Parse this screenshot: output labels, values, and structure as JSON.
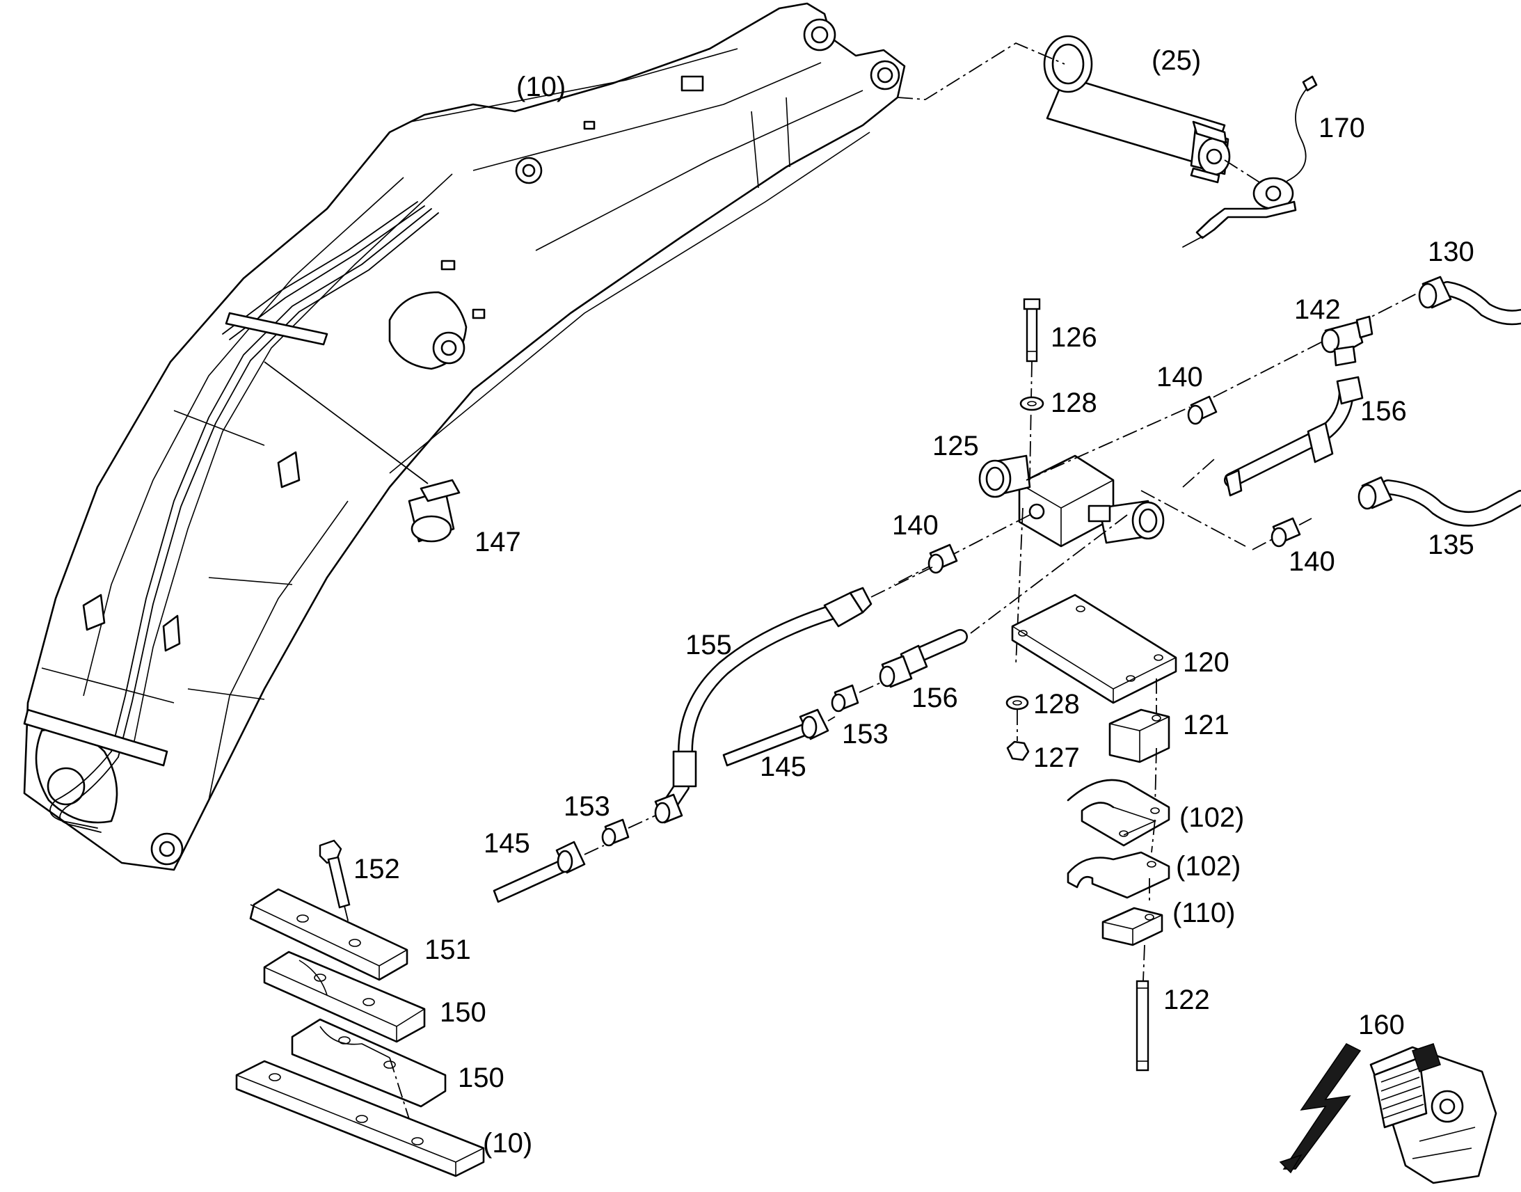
{
  "callouts": {
    "c10_top": "(10)",
    "c25": "(25)",
    "c170": "170",
    "c130": "130",
    "c142": "142",
    "c126": "126",
    "c128_top": "128",
    "c140_a": "140",
    "c156_right": "156",
    "c125": "125",
    "c140_b": "140",
    "c140_c": "140",
    "c135": "135",
    "c147": "147",
    "c155": "155",
    "c120": "120",
    "c156_mid": "156",
    "c128_bot": "128",
    "c121": "121",
    "c153_mid": "153",
    "c127": "127",
    "c145_mid": "145",
    "c153_left": "153",
    "c102_a": "(102)",
    "c145_left": "145",
    "c102_b": "(102)",
    "c152": "152",
    "c110": "(110)",
    "c151": "151",
    "c122": "122",
    "c150_a": "150",
    "c160": "160",
    "c150_b": "150",
    "c10_bot": "(10)"
  },
  "icons": {
    "electrical_symbol": "lightning-bolt-icon",
    "connector": "electrical-connector-icon"
  },
  "colors": {
    "line": "#000000",
    "background": "#ffffff"
  }
}
